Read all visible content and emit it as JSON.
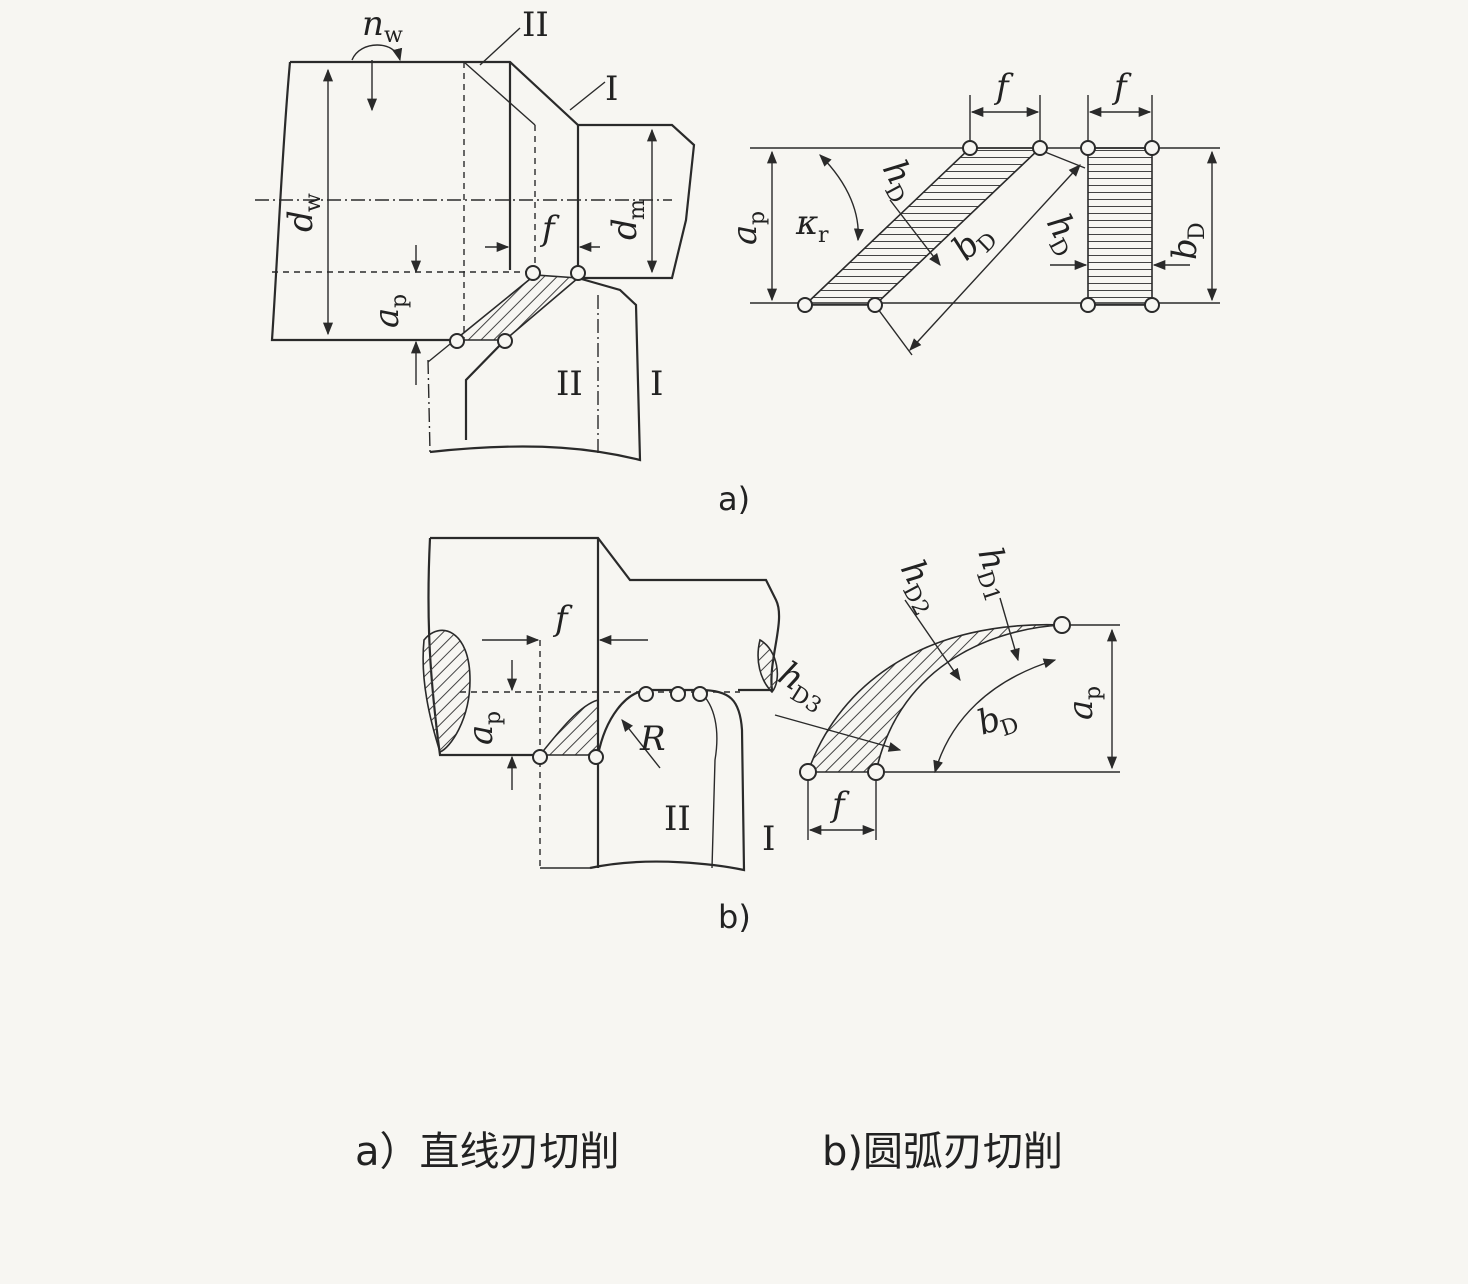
{
  "figure_a": {
    "panel_label": "a)",
    "labels": {
      "nw": "n",
      "nw_sub": "w",
      "dw": "d",
      "dw_sub": "w",
      "dm": "d",
      "dm_sub": "m",
      "ap": "a",
      "ap_sub": "p",
      "f": "f",
      "kr": "κ",
      "kr_sub": "r",
      "hD": "h",
      "hD_sub": "D",
      "bD": "b",
      "bD_sub": "D",
      "roman_I": "I",
      "roman_II": "II"
    }
  },
  "figure_b": {
    "panel_label": "b)",
    "labels": {
      "f": "f",
      "ap": "a",
      "ap_sub": "p",
      "R": "R",
      "hD1": "h",
      "hD1_sub": "D1",
      "hD2": "h",
      "hD2_sub": "D2",
      "hD3": "h",
      "hD3_sub": "D3",
      "bD": "b",
      "bD_sub": "D",
      "roman_I": "I",
      "roman_II": "II"
    }
  },
  "caption": {
    "a": "a）直线刃切削",
    "b": "b)圆弧刃切削"
  }
}
